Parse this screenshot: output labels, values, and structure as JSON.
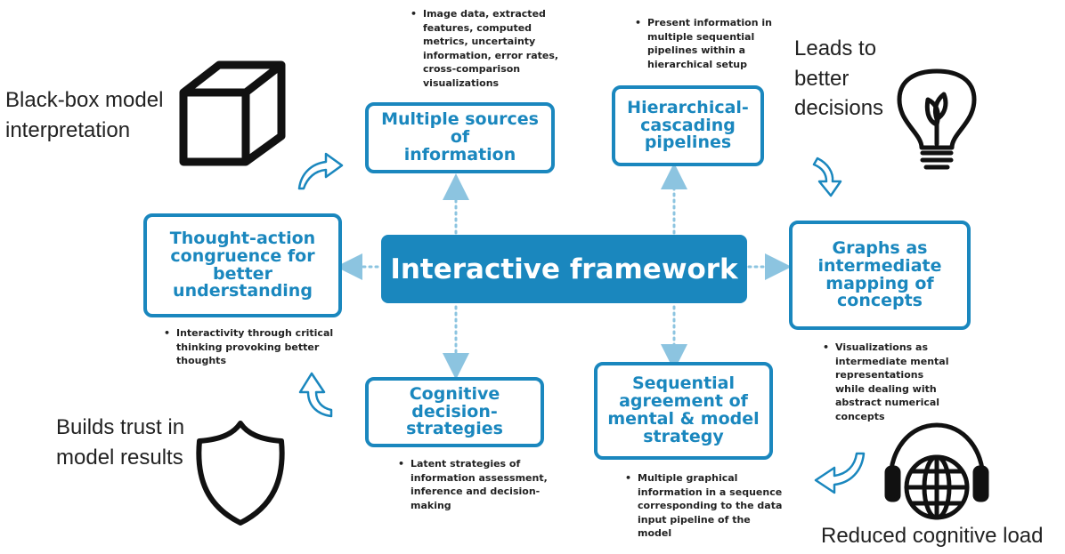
{
  "center_title": "Interactive framework",
  "boxes": {
    "multiple_sources": "Multiple sources of\ninformation",
    "hierarchical": "Hierarchical-\ncascading\npipelines",
    "graphs": "Graphs as\nintermediate\nmapping of\nconcepts",
    "sequential": "Sequential\nagreement of\nmental & model\nstrategy",
    "cognitive": "Cognitive decision-\nstrategies",
    "thought_action": "Thought-action\ncongruence for\nbetter\nunderstanding"
  },
  "notes": {
    "multiple_sources": "Image data,  extracted\nfeatures,  computed\nmetrics, uncertainty\ninformation,  error rates,\ncross-comparison\nvisualizations",
    "hierarchical": "Present information in\nmultiple sequential\npipelines within a\nhierarchical setup",
    "graphs": "Visualizations  as\nintermediate mental\nrepresentations\nwhile dealing with\nabstract numerical\nconcepts",
    "sequential": "Multiple graphical\ninformation in a sequence\ncorresponding to the data\ninput pipeline of the\nmodel",
    "cognitive": "Latent strategies of\ninformation assessment,\ninference and decision-\nmaking",
    "thought_action": "Interactivity through critical\nthinking provoking better\nthoughts"
  },
  "bullet": "•",
  "outcomes": {
    "black_box": "Black-box model\ninterpretation",
    "leads": "Leads to\nbetter\ndecisions",
    "trust": "Builds trust in\nmodel results",
    "cognitive_load": "Reduced cognitive load"
  },
  "icons": [
    "cube-icon",
    "lightbulb-icon",
    "shield-icon",
    "globe-headphones-icon",
    "curved-arrow-icon"
  ],
  "colors": {
    "accent": "#1a87be",
    "arrow_light": "#8cc4e0",
    "text": "#222222"
  }
}
